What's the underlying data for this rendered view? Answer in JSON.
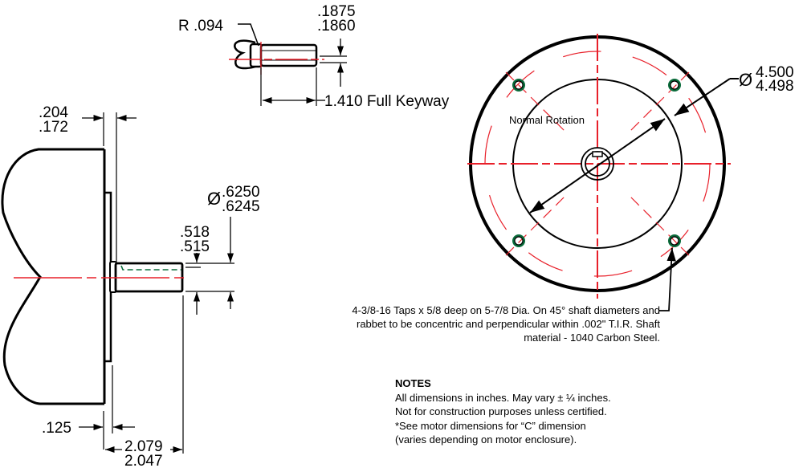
{
  "drawing": {
    "title": "Motor Shaft / Flange Dimension Drawing",
    "colors": {
      "outline": "#000000",
      "centerline": "#e8202a",
      "hidden_line": "#0a6b3a",
      "tap_hole": "#0a6b3a"
    },
    "keyway_view": {
      "radius_label": "R .094",
      "width_upper": ".1875",
      "width_lower": ".1860",
      "length_label": "1.410 Full Keyway"
    },
    "side_view": {
      "flange_thickness_upper": ".204",
      "flange_thickness_lower": ".172",
      "shaft_diameter_symbol": "Ø",
      "shaft_diameter_upper": ".6250",
      "shaft_diameter_lower": ".6245",
      "key_height_upper": ".518",
      "key_height_lower": ".515",
      "rabbet_depth": ".125",
      "shaft_length_upper": "2.079",
      "shaft_length_lower": "2.047"
    },
    "front_view": {
      "rabbet_diameter_symbol": "Ø",
      "rabbet_diameter_upper": "4.500",
      "rabbet_diameter_lower": "4.498",
      "rotation_label": "Normal Rotation",
      "tap_hole_count": 4
    },
    "spec_note": {
      "line1": "4-3/8-16 Taps x 5/8 deep on 5-7/8 Dia.  On 45° shaft diameters and",
      "line2": "rabbet to be concentric and perpendicular within .002\" T.I.R.  Shaft",
      "line3": "material - 1040 Carbon Steel."
    },
    "notes": {
      "title": "NOTES",
      "items": [
        "All dimensions in inches. May vary ± ¼ inches.",
        "Not for construction purposes unless certified.",
        "*See motor dimensions for “C” dimension",
        "(varies depending on motor enclosure)."
      ]
    }
  }
}
